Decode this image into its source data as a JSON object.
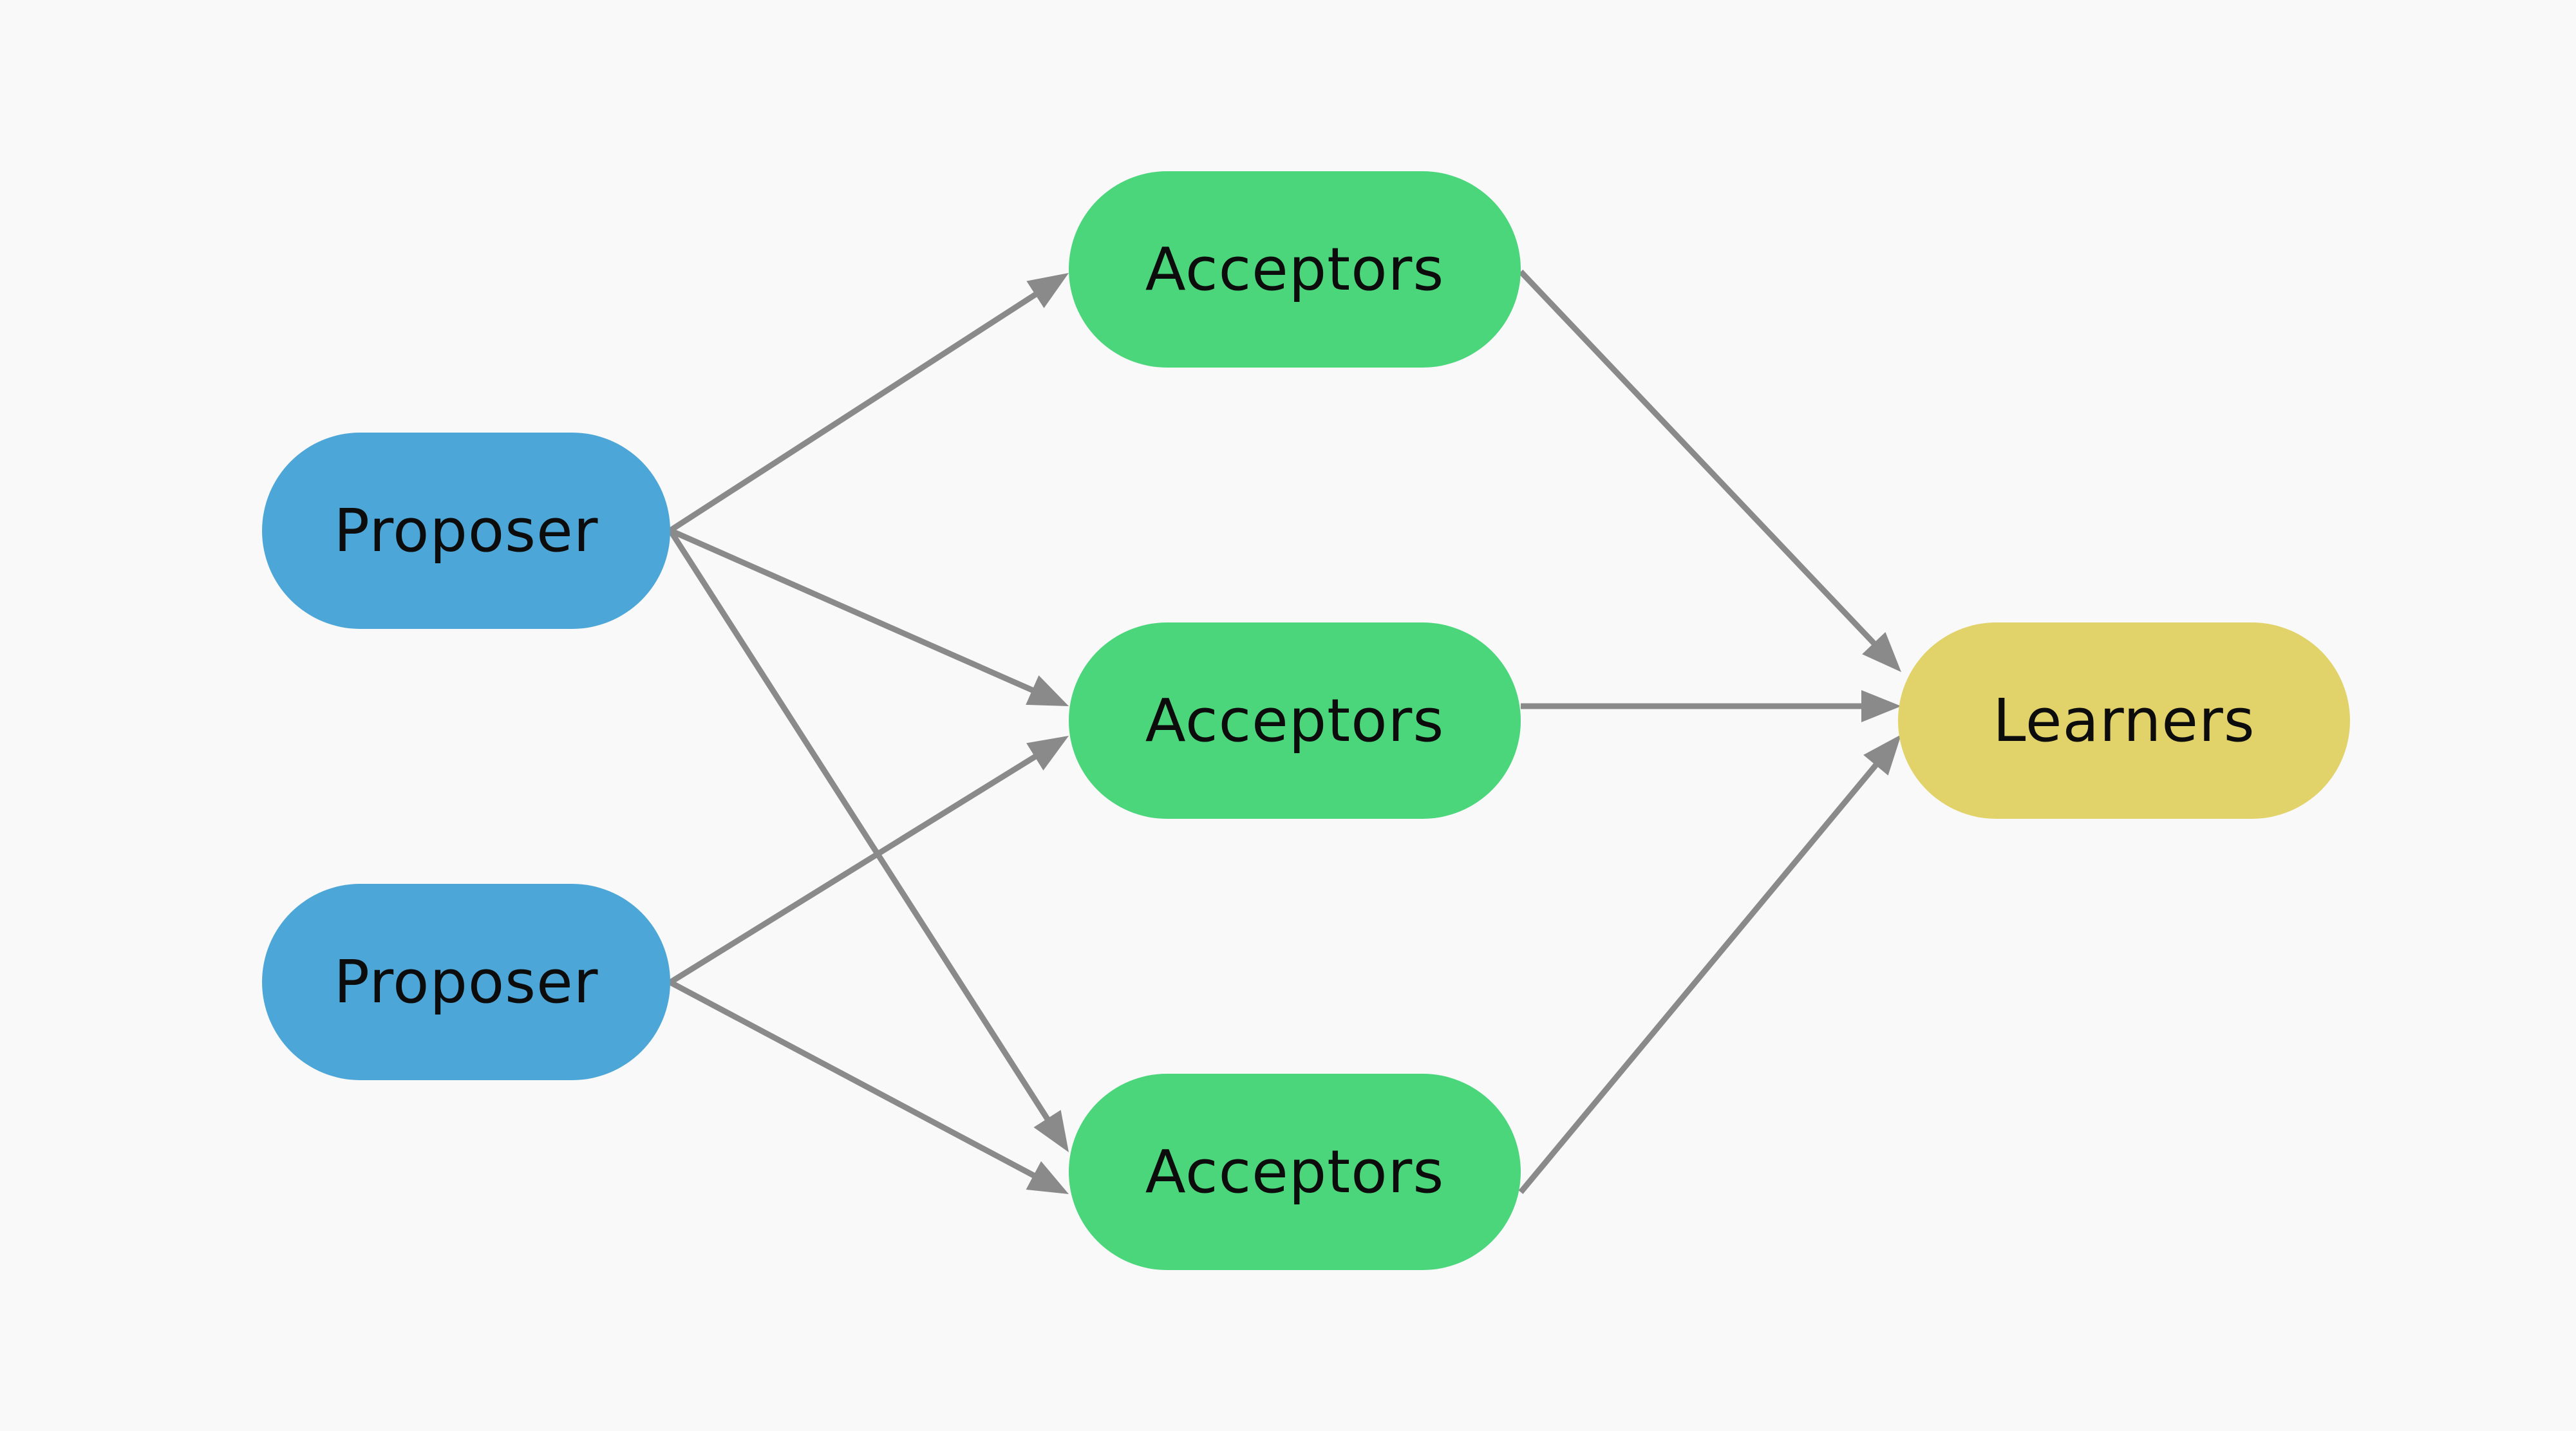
{
  "diagram": {
    "nodes": [
      {
        "id": "proposer-1",
        "label": "Proposer",
        "role": "proposer",
        "color": "#4ca6d7"
      },
      {
        "id": "proposer-2",
        "label": "Proposer",
        "role": "proposer",
        "color": "#4ca6d7"
      },
      {
        "id": "acceptors-1",
        "label": "Acceptors",
        "role": "acceptor",
        "color": "#4cd67c"
      },
      {
        "id": "acceptors-2",
        "label": "Acceptors",
        "role": "acceptor",
        "color": "#4cd67c"
      },
      {
        "id": "acceptors-3",
        "label": "Acceptors",
        "role": "acceptor",
        "color": "#4cd67c"
      },
      {
        "id": "learners",
        "label": "Learners",
        "role": "learner",
        "color": "#e1d36a"
      }
    ],
    "edges": [
      {
        "from": "proposer-1",
        "to": "acceptors-1"
      },
      {
        "from": "proposer-1",
        "to": "acceptors-2"
      },
      {
        "from": "proposer-1",
        "to": "acceptors-3"
      },
      {
        "from": "proposer-2",
        "to": "acceptors-2"
      },
      {
        "from": "proposer-2",
        "to": "acceptors-3"
      },
      {
        "from": "acceptors-1",
        "to": "learners"
      },
      {
        "from": "acceptors-2",
        "to": "learners"
      },
      {
        "from": "acceptors-3",
        "to": "learners"
      }
    ],
    "edge_color": "#8a8a8a",
    "background": "#f9f9f9"
  }
}
